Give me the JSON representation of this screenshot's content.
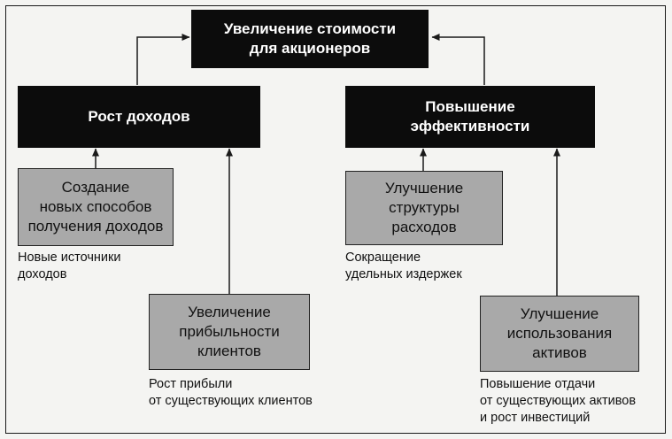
{
  "goal": {
    "text": "Увеличение стоимости\nдля акционеров"
  },
  "drivers": [
    {
      "text": "Рост доходов"
    },
    {
      "text": "Повышение\nэффективности"
    }
  ],
  "levers": [
    {
      "text": "Создание\nновых способов\nполучения доходов",
      "caption": "Новые источники\nдоходов"
    },
    {
      "text": "Увеличение\nприбыльности\nклиентов",
      "caption": "Рост прибыли\nот существующих клиентов"
    },
    {
      "text": "Улучшение\nструктуры\nрасходов",
      "caption": "Сокращение\nудельных издержек"
    },
    {
      "text": "Улучшение\nиспользования\nактивов",
      "caption": "Повышение отдачи\nот существующих активов\nи рост инвестиций"
    }
  ],
  "colors": {
    "dark_box": "#0c0c0c",
    "grey_box": "#a9a9a9",
    "line": "#1a1a1a"
  }
}
